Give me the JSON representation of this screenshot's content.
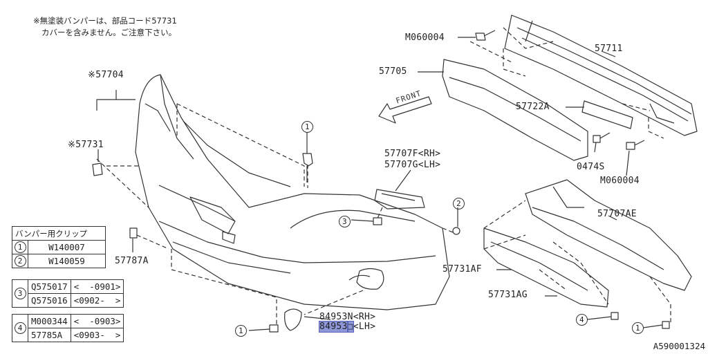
{
  "note": {
    "line1": "※無塗装バンパーは、部品コード57731",
    "line2": "カバーを含みません。ご注意下さい。"
  },
  "labels": {
    "p57704": "※57704",
    "p57731_star": "※57731",
    "p57787A": "57787A",
    "p57705": "57705",
    "pM060004_top": "M060004",
    "p57711": "57711",
    "p57722A": "57722A",
    "p0474S": "0474S",
    "pM060004_bottom": "M060004",
    "p57707F": "57707F<RH>",
    "p57707G": "57707G<LH>",
    "p57707AE": "57707AE",
    "p57731AF": "57731AF",
    "p57731AG": "57731AG",
    "p84953N": "84953N<RH>",
    "p84953_lh_code": "84953",
    "p84953_lh_suffix": "<LH>",
    "front": "FRONT",
    "reference": "A590001324"
  },
  "callouts": {
    "c1a": "1",
    "c1b": "1",
    "c1c": "1",
    "c2": "2",
    "c3": "3",
    "c4": "4"
  },
  "clip_table": {
    "header": "バンパー用クリップ",
    "rows": [
      {
        "num": "1",
        "part": "W140007"
      },
      {
        "num": "2",
        "part": "W140059"
      }
    ]
  },
  "bolt_table_3": {
    "num": "3",
    "rows": [
      {
        "part": "Q575017",
        "range": "<  -0901>"
      },
      {
        "part": "Q575016",
        "range": "<0902-  >"
      }
    ]
  },
  "bolt_table_4": {
    "num": "4",
    "rows": [
      {
        "part": "M000344",
        "range": "<  -0903>"
      },
      {
        "part": "57785A",
        "range": "<0903-  >"
      }
    ]
  }
}
